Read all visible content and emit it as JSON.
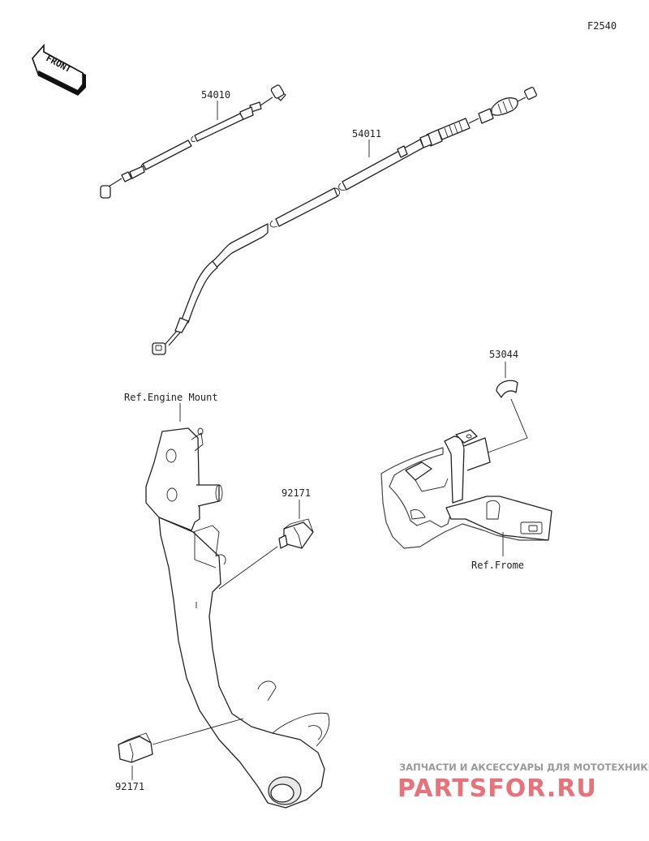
{
  "diagram_code": "F2540",
  "front_label": "FRONT",
  "parts": {
    "clutch_cable": "54010",
    "throttle_cable": "54011",
    "guide": "53044",
    "clamp_upper": "92171",
    "clamp_lower": "92171"
  },
  "refs": {
    "engine_mount": "Ref.Engine Mount",
    "frame": "Ref.Frome"
  },
  "watermark": {
    "tagline": "ЗАПЧАСТИ И АКСЕССУАРЫ ДЛЯ МОТОТЕХНИКИ",
    "brand": "PARTSFOR.RU"
  }
}
